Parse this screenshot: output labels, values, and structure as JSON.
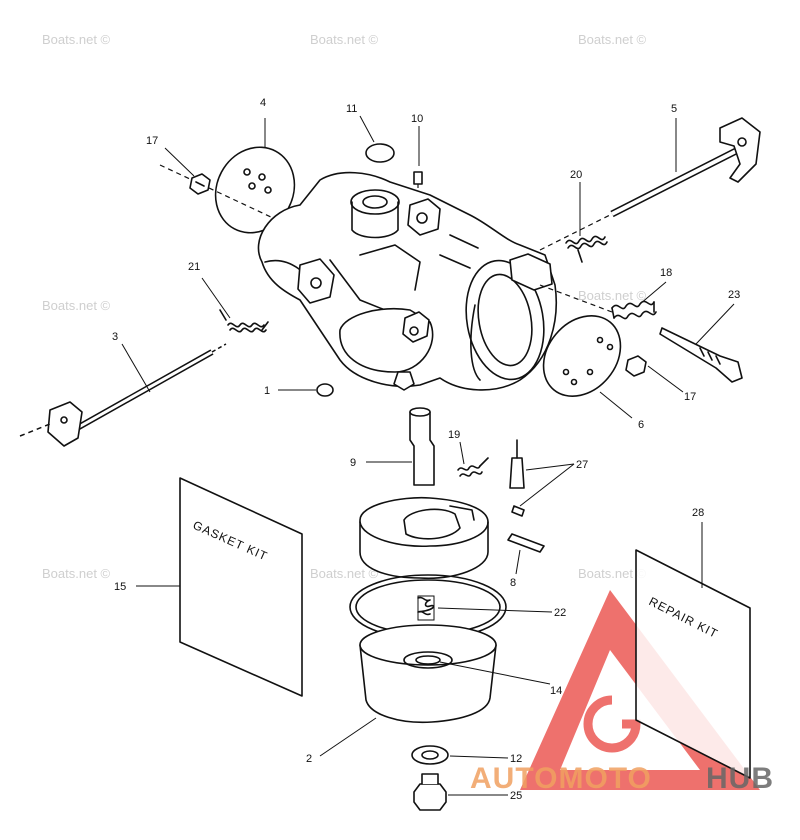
{
  "watermark": "Boats.net ©",
  "gasket_kit_label": "GASKET KIT",
  "repair_kit_label": "REPAIR KIT",
  "logo": {
    "part1": "AUTOMOTO",
    "part2": "HUB",
    "accent": "#f0a060",
    "brand": "#e8413c",
    "dark": "#666666"
  },
  "callouts": {
    "c1": "1",
    "c2": "2",
    "c3": "3",
    "c4": "4",
    "c5": "5",
    "c6": "6",
    "c8": "8",
    "c9": "9",
    "c10": "10",
    "c11": "11",
    "c12": "12",
    "c14": "14",
    "c15": "15",
    "c17a": "17",
    "c17b": "17",
    "c18": "18",
    "c19": "19",
    "c20": "20",
    "c21": "21",
    "c22": "22",
    "c23": "23",
    "c25": "25",
    "c27": "27",
    "c28": "28"
  }
}
